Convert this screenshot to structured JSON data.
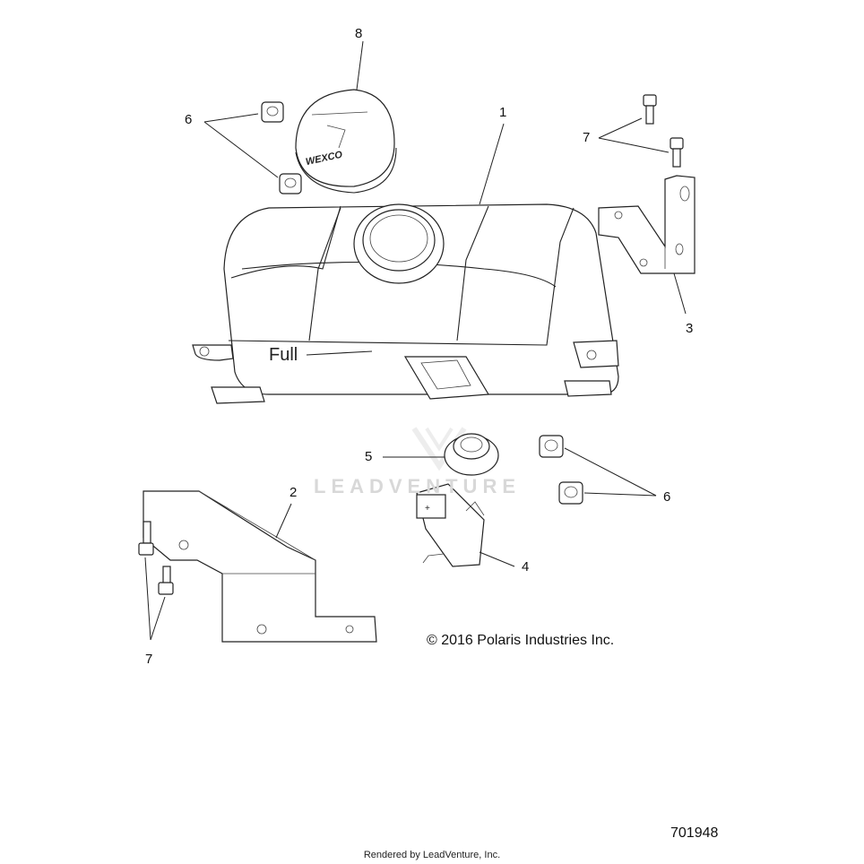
{
  "callouts": [
    {
      "id": "c1",
      "label": "1"
    },
    {
      "id": "c2",
      "label": "2"
    },
    {
      "id": "c3",
      "label": "3"
    },
    {
      "id": "c4",
      "label": "4"
    },
    {
      "id": "c5",
      "label": "5"
    },
    {
      "id": "c6a",
      "label": "6"
    },
    {
      "id": "c6b",
      "label": "6"
    },
    {
      "id": "c7a",
      "label": "7"
    },
    {
      "id": "c7b",
      "label": "7"
    },
    {
      "id": "c8",
      "label": "8"
    }
  ],
  "cap_text": "WEXCO",
  "tank_text": "Full",
  "copyright": "© 2016 Polaris Industries Inc.",
  "part_number": "701948",
  "rendered_by": "Rendered by LeadVenture, Inc.",
  "watermark": "LEADVENTURE"
}
